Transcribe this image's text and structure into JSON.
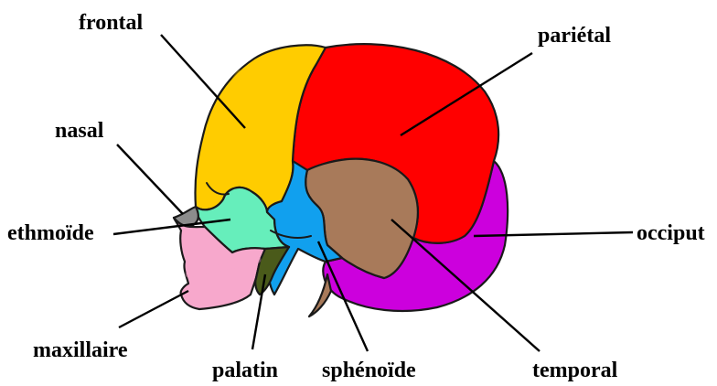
{
  "labels": {
    "frontal": "frontal",
    "parietal": "pariétal",
    "nasal": "nasal",
    "ethmoide": "ethmoïde",
    "occiput": "occiput",
    "maxillaire": "maxillaire",
    "palatin": "palatin",
    "sphenoide": "sphénoïde",
    "temporal": "temporal"
  },
  "colors": {
    "frontal": "#ffcc00",
    "parietal": "#ff0000",
    "nasal": "#8c8c8c",
    "ethmoide": "#66eebb",
    "occiput": "#cc00dd",
    "maxillaire": "#f7a8cc",
    "palatin": "#4a5a1a",
    "sphenoide": "#11a0ee",
    "temporal": "#a87a5a"
  }
}
